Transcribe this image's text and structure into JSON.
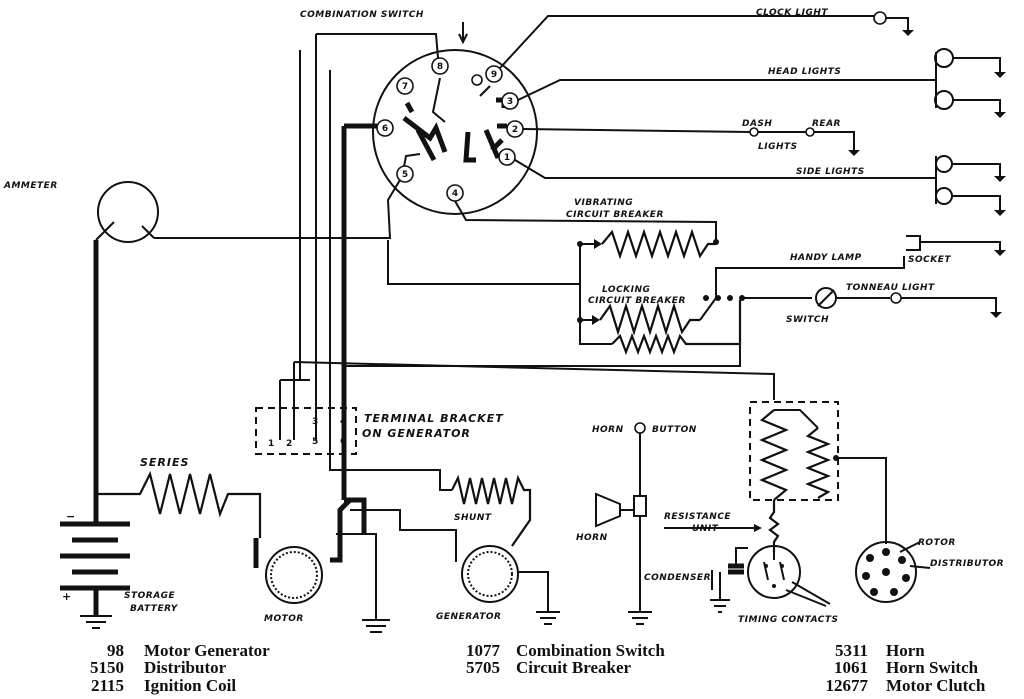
{
  "labels": {
    "combination_switch": "COMBINATION SWITCH",
    "clock_light": "CLOCK LIGHT",
    "head_lights": "HEAD LIGHTS",
    "dash": "DASH",
    "rear": "REAR",
    "lights": "LIGHTS",
    "side_lights": "SIDE LIGHTS",
    "vibrating": "VIBRATING",
    "circuit_breaker": "CIRCUIT BREAKER",
    "handy_lamp": "HANDY LAMP",
    "socket": "SOCKET",
    "locking": "LOCKING",
    "circuit_breaker_2": "CIRCUIT BREAKER",
    "tonneau_light": "TONNEAU LIGHT",
    "switch": "SWITCH",
    "ammeter": "AMMETER",
    "terminal_bracket_1": "TERMINAL BRACKET",
    "terminal_bracket_2": "ON GENERATOR",
    "horn_button_1": "HORN",
    "horn_button_2": "BUTTON",
    "series": "SERIES",
    "shunt": "SHUNT",
    "horn": "HORN",
    "resistance_1": "RESISTANCE",
    "resistance_2": "UNIT",
    "condenser": "CONDENSER",
    "timing_contacts": "TIMING CONTACTS",
    "rotor": "ROTOR",
    "distributor": "DISTRIBUTOR",
    "storage": "STORAGE",
    "battery": "BATTERY",
    "motor": "MOTOR",
    "generator": "GENERATOR",
    "minus": "−",
    "plus": "+"
  },
  "switch_terminals": [
    "1",
    "2",
    "3",
    "4",
    "5",
    "6",
    "7",
    "8",
    "9"
  ],
  "bracket_terminals": [
    "1",
    "2",
    "3",
    "4",
    "5",
    "6"
  ],
  "legend": [
    {
      "number": "98",
      "name": "Motor Generator"
    },
    {
      "number": "5150",
      "name": "Distributor"
    },
    {
      "number": "2115",
      "name": "Ignition Coil"
    },
    {
      "number": "1077",
      "name": "Combination Switch"
    },
    {
      "number": "5705",
      "name": "Circuit Breaker"
    },
    {
      "number": "5311",
      "name": "Horn"
    },
    {
      "number": "1061",
      "name": "Horn Switch"
    },
    {
      "number": "12677",
      "name": "Motor Clutch"
    }
  ]
}
